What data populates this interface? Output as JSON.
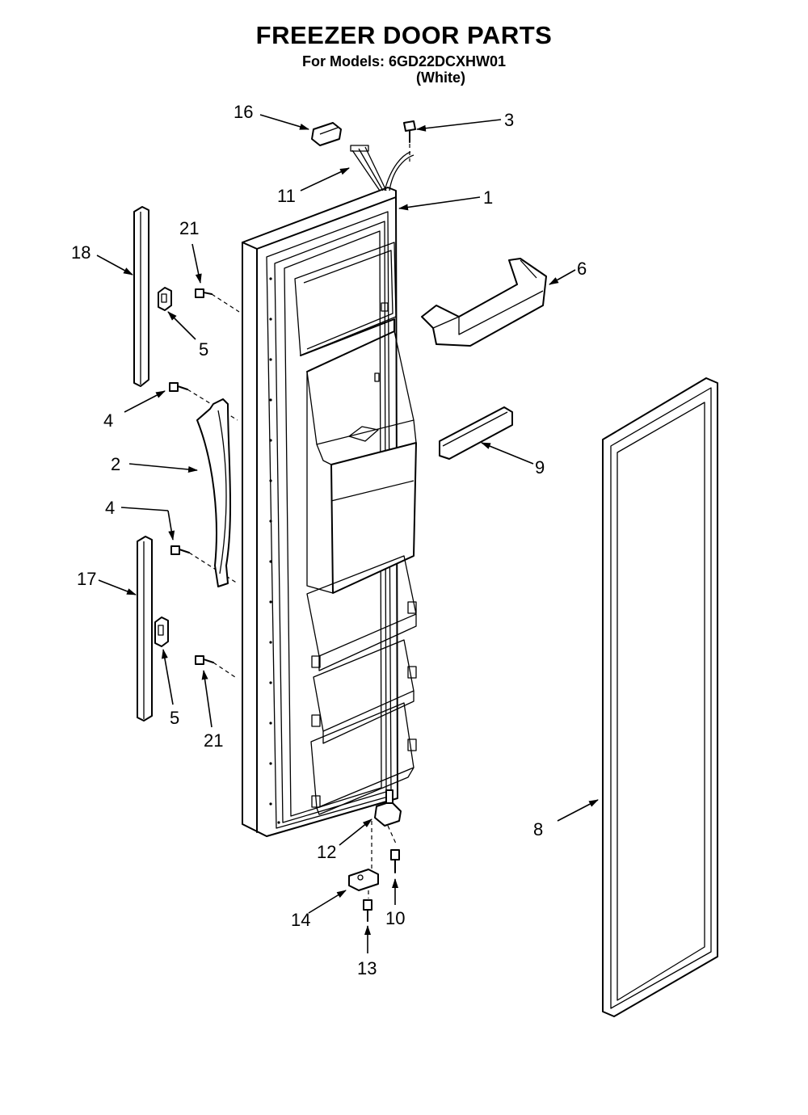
{
  "title": "FREEZER DOOR PARTS",
  "subtitle": "For Models: 6GD22DCXHW01",
  "color_variant": "(White)",
  "callouts": {
    "c16": "16",
    "c3": "3",
    "c11": "11",
    "c1": "1",
    "c21a": "21",
    "c18": "18",
    "c6": "6",
    "c5a": "5",
    "c4a": "4",
    "c2": "2",
    "c9": "9",
    "c4b": "4",
    "c17": "17",
    "c5b": "5",
    "c21b": "21",
    "c8": "8",
    "c12": "12",
    "c14": "14",
    "c10": "10",
    "c13": "13"
  }
}
